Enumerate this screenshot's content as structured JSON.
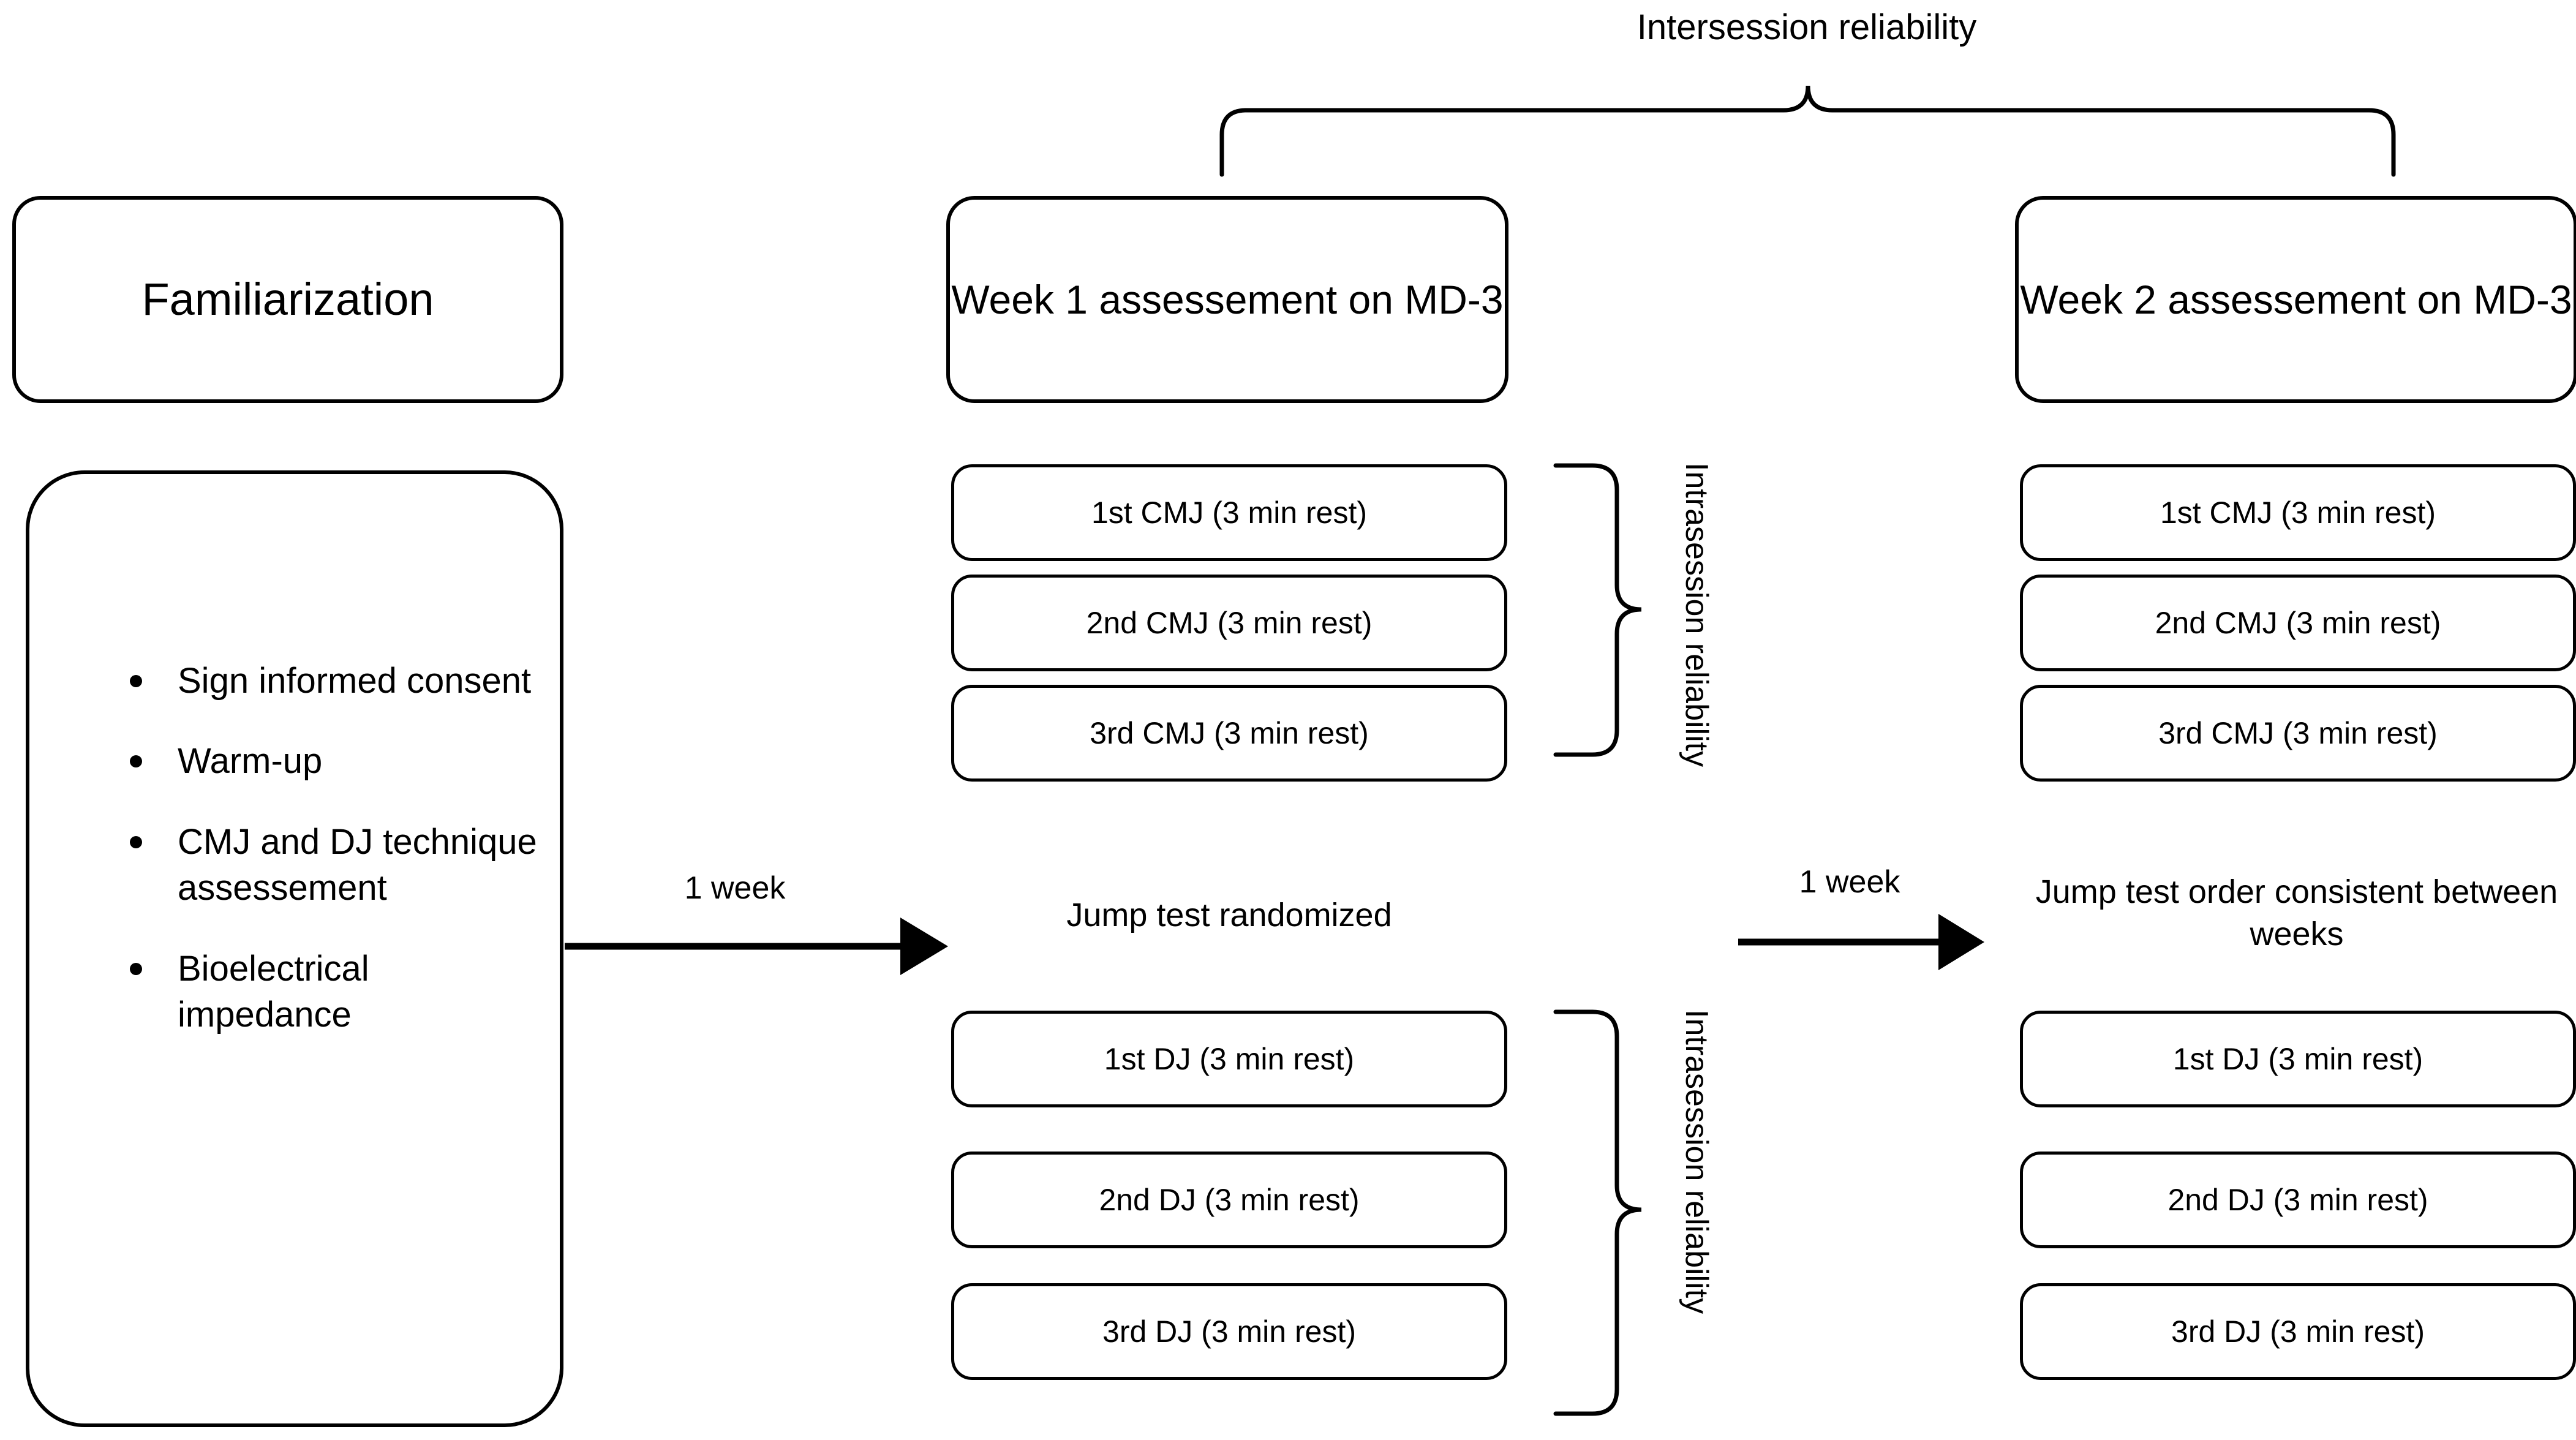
{
  "diagram": {
    "title": "Intersession reliability",
    "background": "#ffffff",
    "line_color": "#000000"
  },
  "column_prep": {
    "familiarization_label": "Familiarization",
    "bullets": [
      "Sign informed consent",
      "Warm-up",
      "CMJ and DJ technique assessement",
      "Bioelectrical impedance"
    ]
  },
  "connectors": {
    "arrow1_label": "1 week",
    "arrow2_label": "1 week"
  },
  "week1": {
    "heading": "Week 1 assessement on MD-3",
    "cmj_trials": [
      "1st CMJ (3 min rest)",
      "2nd CMJ (3 min rest)",
      "3rd CMJ (3 min rest)"
    ],
    "middle_note": "Jump test randomized",
    "dj_trials": [
      "1st DJ (3 min rest)",
      "2nd DJ (3 min rest)",
      "3rd DJ (3 min rest)"
    ],
    "brace_cmj_label": "Intrasession reliability",
    "brace_dj_label": "Intrasession reliability"
  },
  "week2": {
    "heading": "Week 2 assessement on MD-3",
    "cmj_trials": [
      "1st CMJ (3 min rest)",
      "2nd CMJ (3 min rest)",
      "3rd CMJ (3 min rest)"
    ],
    "middle_note": "Jump test order consistent between weeks",
    "dj_trials": [
      "1st DJ (3 min rest)",
      "2nd DJ (3 min rest)",
      "3rd DJ (3 min rest)"
    ]
  }
}
